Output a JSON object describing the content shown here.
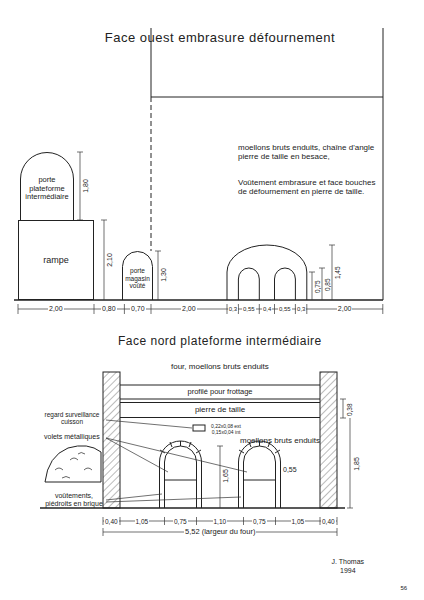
{
  "diagram": {
    "title": "Face ouest embrasure défournement",
    "nodes": [
      {
        "text": [
          "porte plateforme intermédiaire"
        ]
      },
      {
        "text": [
          "rampe"
        ]
      },
      {
        "text": [
          "porte magasin voûté"
        ]
      },
      {
        "text": [
          "pierre de taille"
        ]
      }
    ],
    "labels": [
      "Face nord plateforme intermédiaire",
      "moellons bruts enduits, chaîne d'angle pierre de taille en besace,",
      "Voûtement embrasure et face bouches de défournement en pierre de taille.",
      "1,80",
      "2,10",
      "1,30",
      "0,75",
      "0,85",
      "1,45",
      "2,00",
      "0,80",
      "0,70",
      "2,00",
      "0,3",
      "0,55",
      "0,4",
      "0,55",
      "0,3",
      "2,00",
      "four, moellons bruts enduits",
      "profilé pour frottage",
      "regard surveillance cuisson",
      "0,22x0,08 ext 0,15x0,04 int",
      "moellons bruts enduits",
      "volets métalliques",
      "1,65",
      "0,55",
      "0,38",
      "1,85",
      "voûtements, piédroits en brique",
      "0,40",
      "1,05",
      "0,75",
      "1,10",
      "0,75",
      "1,05",
      "0,40",
      "5,52 (largeur du four)",
      "J. Thomas",
      "1994",
      "56"
    ]
  }
}
